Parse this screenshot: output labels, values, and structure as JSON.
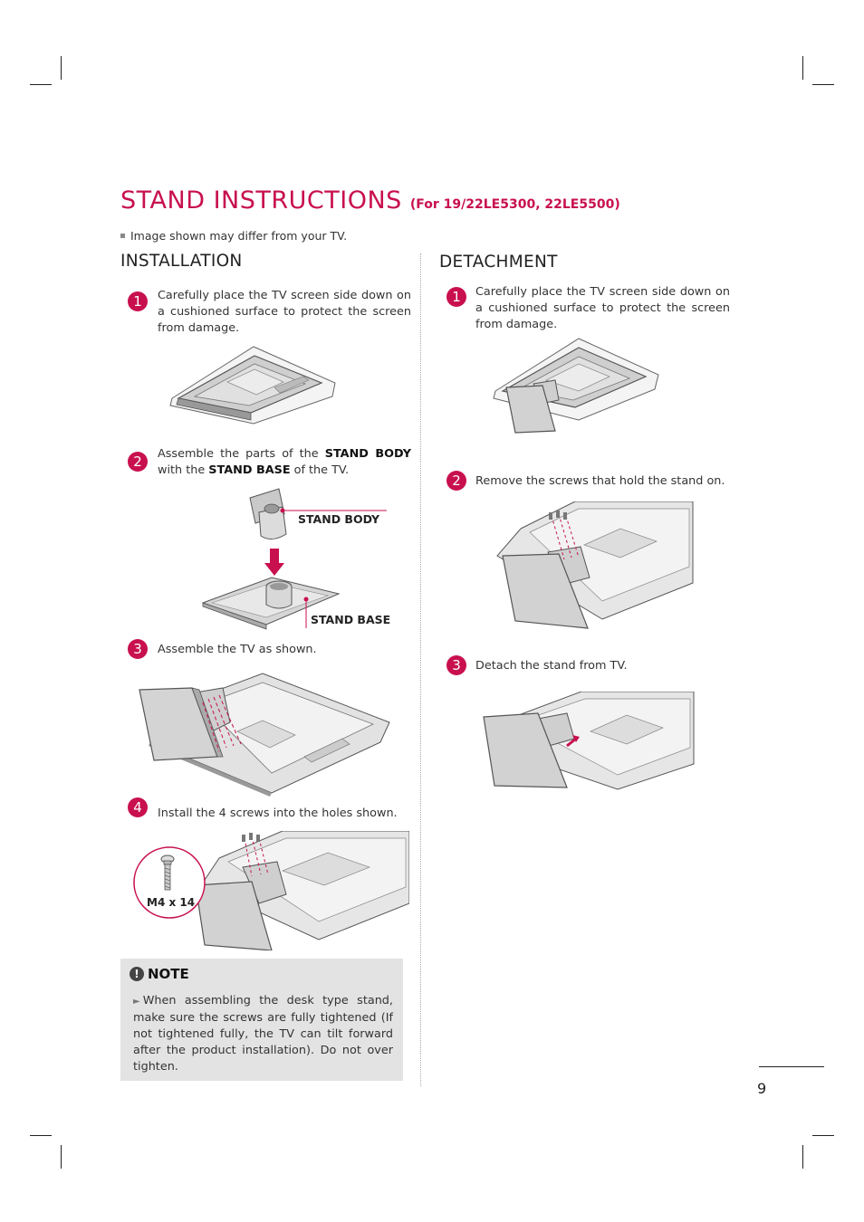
{
  "page": {
    "title_main": "STAND INSTRUCTIONS",
    "title_sub": "(For 19/22LE5300, 22LE5500)",
    "image_note": "Image shown may differ from your TV.",
    "page_number": "9",
    "accent_color": "#c8104f"
  },
  "installation": {
    "heading": "INSTALLATION",
    "steps": [
      {
        "num": "1",
        "text": "Carefully place the TV screen side down on a cushioned surface to protect the screen from damage."
      },
      {
        "num": "2",
        "pre": "Assemble the parts of the ",
        "b1": "STAND BODY",
        "mid": " with the ",
        "b2": "STAND BASE",
        "post": " of the TV."
      },
      {
        "num": "3",
        "text": "Assemble the TV as shown."
      },
      {
        "num": "4",
        "text": "Install the 4 screws into the holes shown."
      }
    ],
    "labels": {
      "stand_body": "STAND BODY",
      "stand_base": "STAND BASE",
      "screw": "M4 x 14"
    }
  },
  "detachment": {
    "heading": "DETACHMENT",
    "steps": [
      {
        "num": "1",
        "text": "Carefully place the TV screen side down on a cushioned surface to protect the screen from damage."
      },
      {
        "num": "2",
        "text": "Remove the screws that hold the stand on."
      },
      {
        "num": "3",
        "text": "Detach the stand from TV."
      }
    ]
  },
  "note": {
    "heading": "NOTE",
    "icon": "exclamation-icon",
    "text": "When assembling the desk type stand, make sure the screws are fully tightened (If not tightened fully, the TV can tilt forward after the product installation). Do not  over tighten."
  }
}
